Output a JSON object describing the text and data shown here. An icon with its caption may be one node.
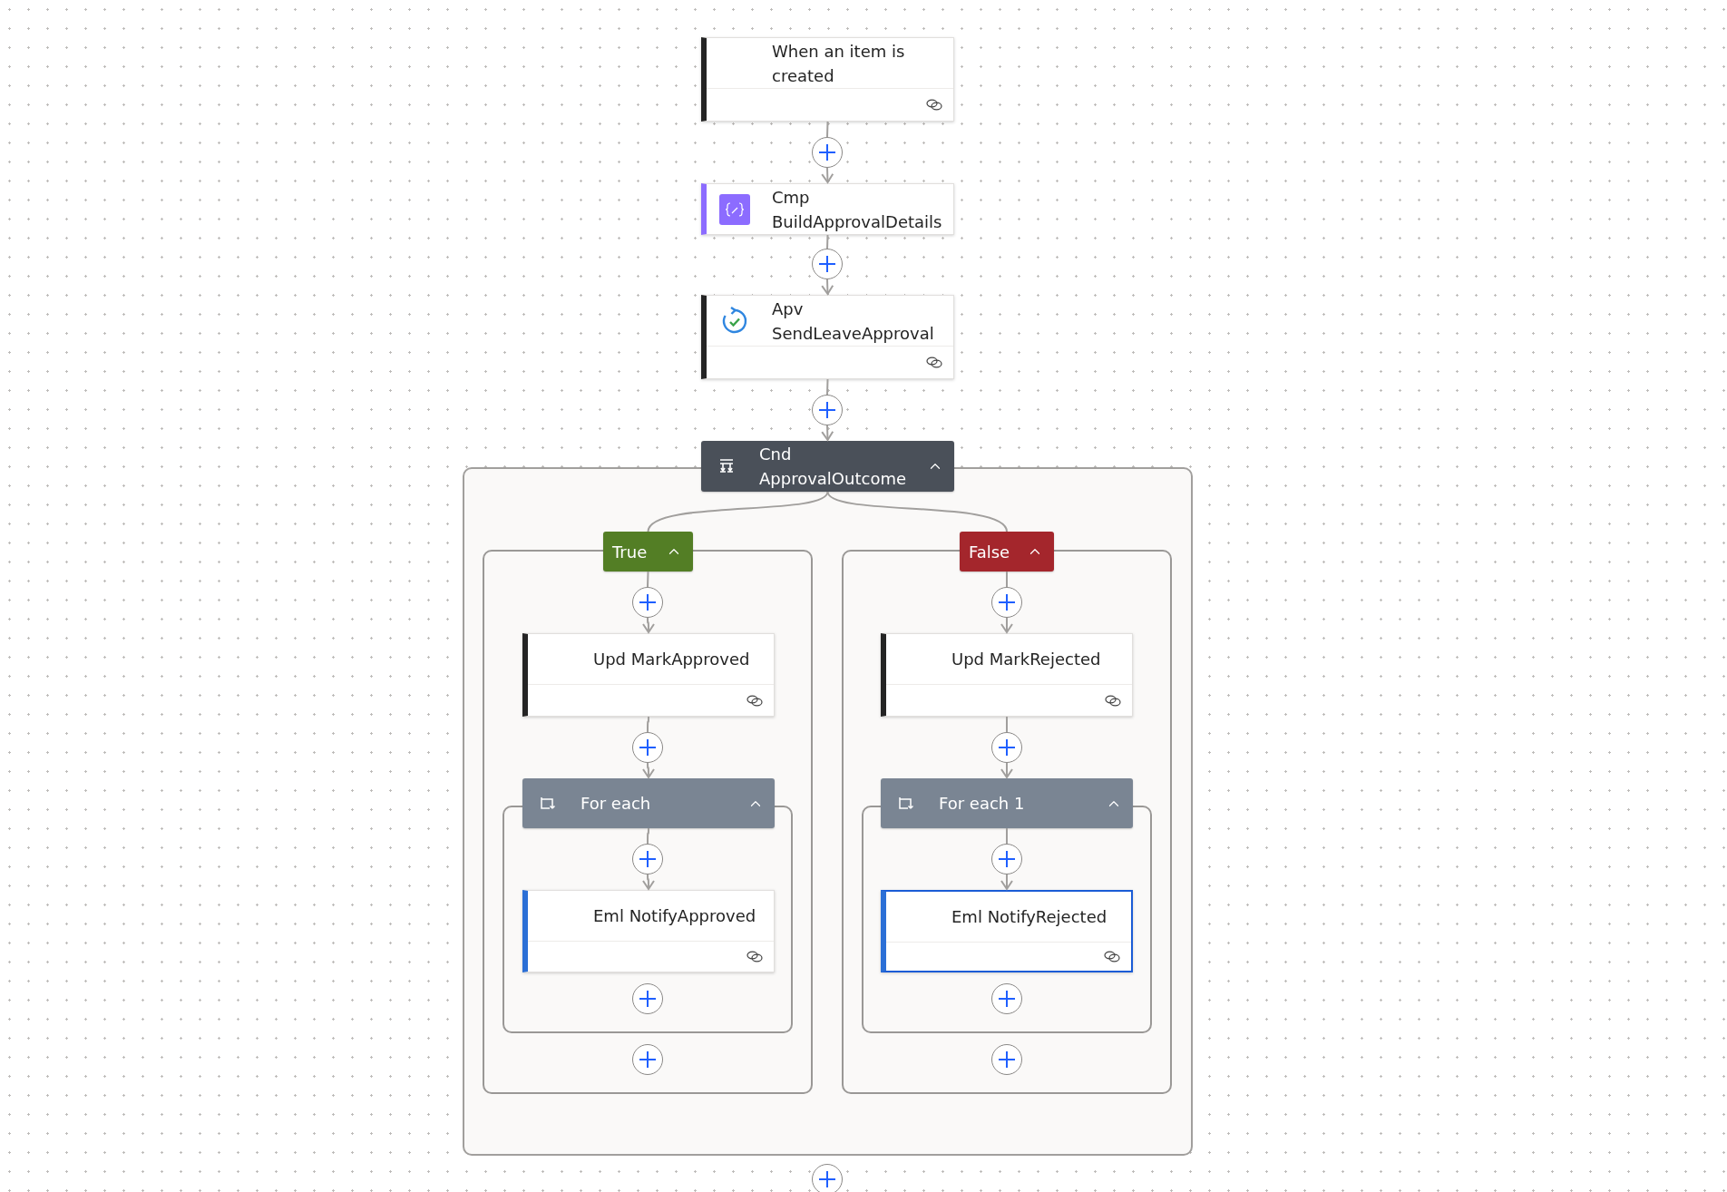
{
  "diagram": {
    "nodes": [
      {
        "text": [
          "When an item is created"
        ]
      },
      {
        "text": [],
        "shape": "circle"
      },
      {
        "text": [
          "Cmp BuildApprovalDetails"
        ]
      },
      {
        "text": [],
        "shape": "circle"
      },
      {
        "text": [
          "Apv SendLeaveApproval"
        ]
      },
      {
        "text": [],
        "shape": "circle"
      },
      {
        "text": [
          "Cnd ApprovalOutcome"
        ]
      },
      {
        "text": [],
        "shape": "box",
        "in": 6
      },
      {
        "text": [
          "True"
        ],
        "in": 7
      },
      {
        "text": [],
        "shape": "circle",
        "in": 7
      },
      {
        "text": [
          "Upd MarkApproved"
        ],
        "in": 7
      },
      {
        "text": [],
        "shape": "circle",
        "in": 7
      },
      {
        "text": [],
        "shape": "box",
        "in": 7
      },
      {
        "text": [
          "For each"
        ],
        "in": 12
      },
      {
        "text": [],
        "shape": "circle",
        "in": 12
      },
      {
        "text": [
          "Eml NotifyApproved"
        ],
        "in": 12
      },
      {
        "text": [],
        "shape": "circle",
        "in": 12
      },
      {
        "text": [],
        "shape": "circle",
        "in": 7
      },
      {
        "text": [],
        "shape": "box",
        "in": 6
      },
      {
        "text": [
          "False"
        ],
        "in": 18
      },
      {
        "text": [],
        "shape": "circle",
        "in": 18
      },
      {
        "text": [
          "Upd MarkRejected"
        ],
        "in": 18
      },
      {
        "text": [],
        "shape": "circle",
        "in": 18
      },
      {
        "text": [],
        "shape": "box",
        "in": 18
      },
      {
        "text": [
          "For each 1"
        ],
        "in": 23
      },
      {
        "text": [],
        "shape": "circle",
        "in": 23
      },
      {
        "text": [
          "Eml NotifyRejected"
        ],
        "in": 23
      },
      {
        "text": [],
        "shape": "circle",
        "in": 23
      },
      {
        "text": [],
        "shape": "circle",
        "in": 18
      },
      {
        "text": [],
        "shape": "circle"
      }
    ],
    "edges": [
      {
        "from": 0,
        "to": 1,
        "arrow": "none"
      },
      {
        "from": 1,
        "to": 2,
        "arrow": "to"
      },
      {
        "from": 2,
        "to": 3,
        "arrow": "none"
      },
      {
        "from": 3,
        "to": 4,
        "arrow": "to"
      },
      {
        "from": 4,
        "to": 5,
        "arrow": "none"
      },
      {
        "from": 5,
        "to": 6,
        "arrow": "to"
      },
      {
        "from": 6,
        "to": 8,
        "arrow": "none"
      },
      {
        "from": 6,
        "to": 19,
        "arrow": "none"
      },
      {
        "from": 8,
        "to": 9,
        "arrow": "none"
      },
      {
        "from": 9,
        "to": 10,
        "arrow": "to"
      },
      {
        "from": 10,
        "to": 11,
        "arrow": "none"
      },
      {
        "from": 11,
        "to": 13,
        "arrow": "to"
      },
      {
        "from": 13,
        "to": 14,
        "arrow": "none"
      },
      {
        "from": 14,
        "to": 15,
        "arrow": "to"
      },
      {
        "from": 19,
        "to": 20,
        "arrow": "none"
      },
      {
        "from": 20,
        "to": 21,
        "arrow": "to"
      },
      {
        "from": 21,
        "to": 22,
        "arrow": "none"
      },
      {
        "from": 22,
        "to": 24,
        "arrow": "to"
      },
      {
        "from": 24,
        "to": 25,
        "arrow": "none"
      },
      {
        "from": 25,
        "to": 26,
        "arrow": "to"
      }
    ]
  }
}
